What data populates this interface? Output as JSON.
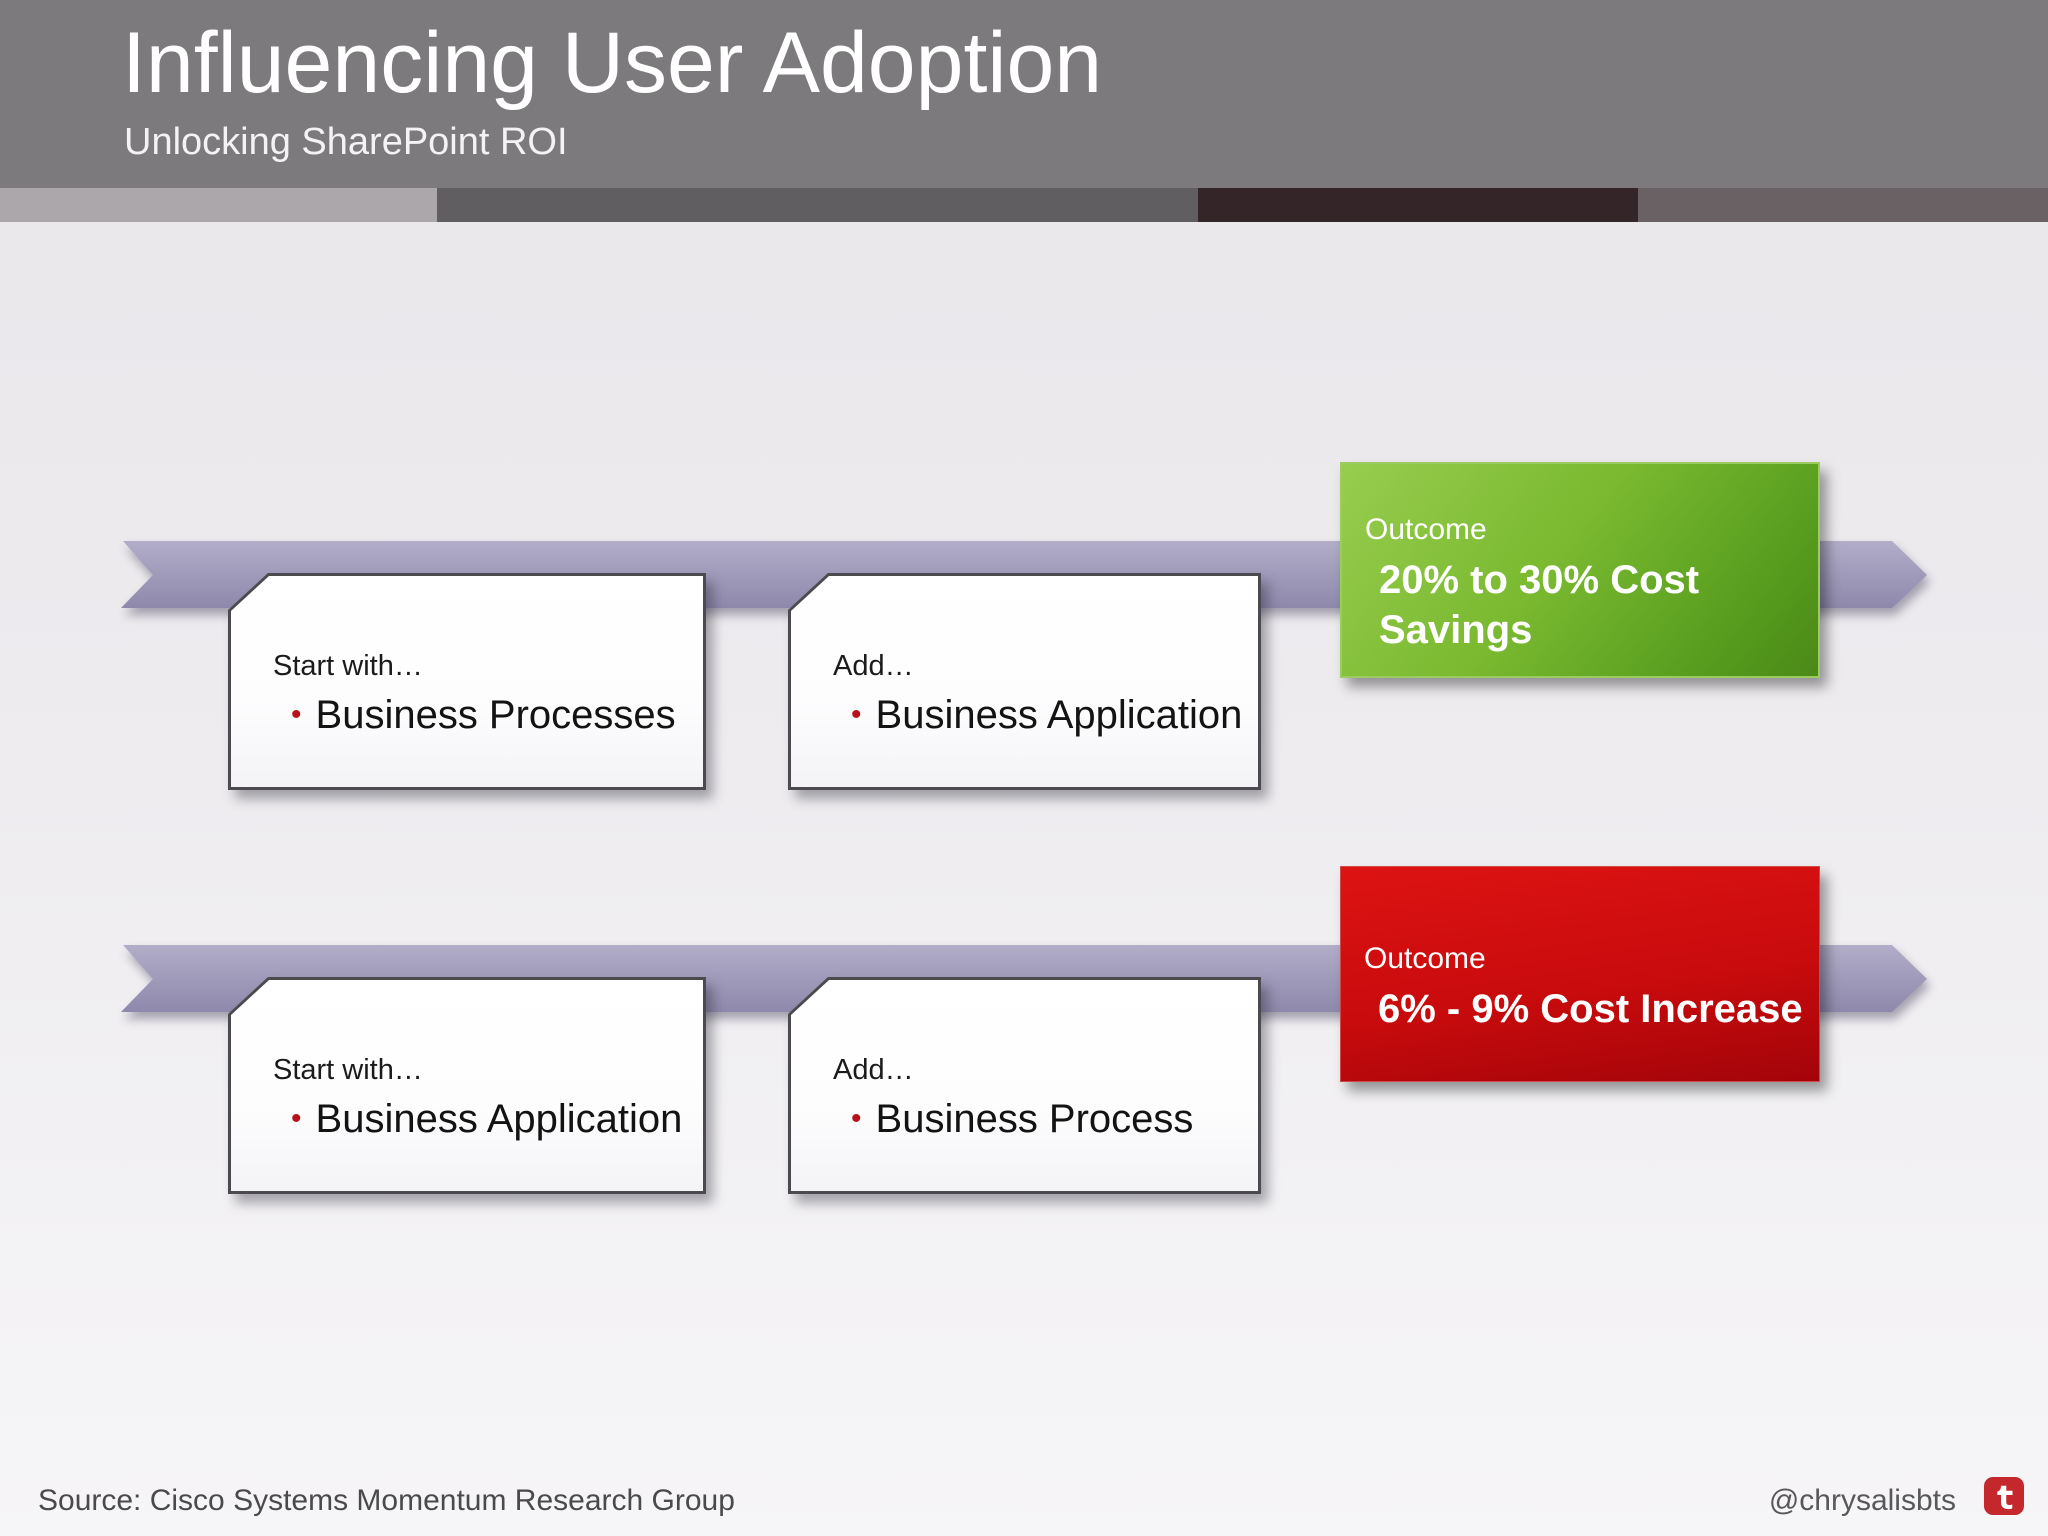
{
  "header": {
    "title": "Influencing User Adoption",
    "subtitle": "Unlocking SharePoint ROI"
  },
  "glyphs": {
    "bullet": "•"
  },
  "rows": [
    {
      "steps": [
        {
          "intro": "Start with…",
          "item": "Business Processes"
        },
        {
          "intro": "Add…",
          "item": "Business Application"
        }
      ],
      "outcome": {
        "label": "Outcome",
        "value": "20% to 30% Cost Savings",
        "sentiment": "positive"
      }
    },
    {
      "steps": [
        {
          "intro": "Start with…",
          "item": "Business Application"
        },
        {
          "intro": "Add…",
          "item": "Business Process"
        }
      ],
      "outcome": {
        "label": "Outcome",
        "value": "6% - 9% Cost Increase",
        "sentiment": "negative"
      }
    }
  ],
  "footer": {
    "source": "Source: Cisco Systems Momentum Research Group",
    "handle": "@chrysalisbts",
    "icon": "twitter-icon"
  },
  "colors": {
    "header_bg": "#7d7a7d",
    "accent_segments": [
      "#aba7aa",
      "#615e61",
      "#342529",
      "#6a6164"
    ],
    "ribbon_top": "#b2adc9",
    "ribbon_bottom": "#8e88ab",
    "positive_green": "#6aa827",
    "negative_red": "#c00909",
    "bullet_red": "#b5121b",
    "twitter_red": "#c4272c"
  }
}
